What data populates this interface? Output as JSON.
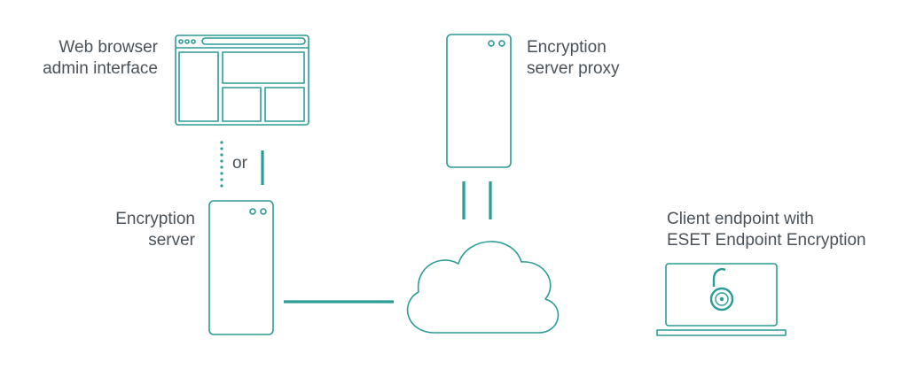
{
  "labels": {
    "web_admin": [
      "Web browser",
      "admin interface"
    ],
    "proxy": [
      "Encryption",
      "server proxy"
    ],
    "or": "or",
    "server": [
      "Encryption",
      "server"
    ],
    "client": [
      "Client endpoint with",
      "ESET Endpoint Encryption"
    ]
  },
  "colors": {
    "outline": "#2c9c96",
    "text": "#4a5259"
  },
  "icons": [
    "browser-window-icon",
    "server-icon",
    "cloud-icon",
    "laptop-icon",
    "padlock-icon"
  ]
}
